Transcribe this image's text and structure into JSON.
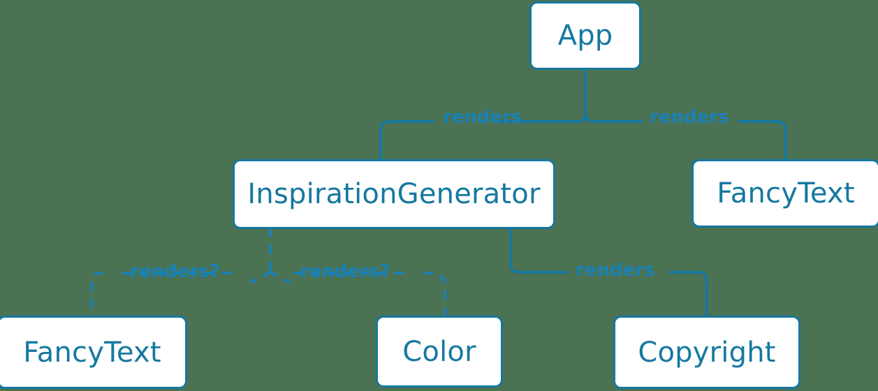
{
  "diagram": {
    "type": "component-tree",
    "background_color": "#4a7253",
    "node_border_color": "#1678a0",
    "node_fill_color": "#ffffff",
    "node_text_color": "#1678a0",
    "edge_color": "#1678a0",
    "edge_label_color": "#1a81b5",
    "nodes": [
      {
        "id": "app",
        "label": "App"
      },
      {
        "id": "inspgen",
        "label": "InspirationGenerator"
      },
      {
        "id": "fancytext_right",
        "label": "FancyText"
      },
      {
        "id": "fancytext_bottom",
        "label": "FancyText"
      },
      {
        "id": "color",
        "label": "Color"
      },
      {
        "id": "copyright",
        "label": "Copyright"
      }
    ],
    "edges": [
      {
        "from": "app",
        "to": "inspgen",
        "label": "renders",
        "style": "solid"
      },
      {
        "from": "app",
        "to": "fancytext_right",
        "label": "renders",
        "style": "solid"
      },
      {
        "from": "inspgen",
        "to": "fancytext_bottom",
        "label": "renders?",
        "style": "dashed"
      },
      {
        "from": "inspgen",
        "to": "color",
        "label": "renders?",
        "style": "dashed"
      },
      {
        "from": "inspgen",
        "to": "copyright",
        "label": "renders",
        "style": "solid"
      }
    ]
  }
}
